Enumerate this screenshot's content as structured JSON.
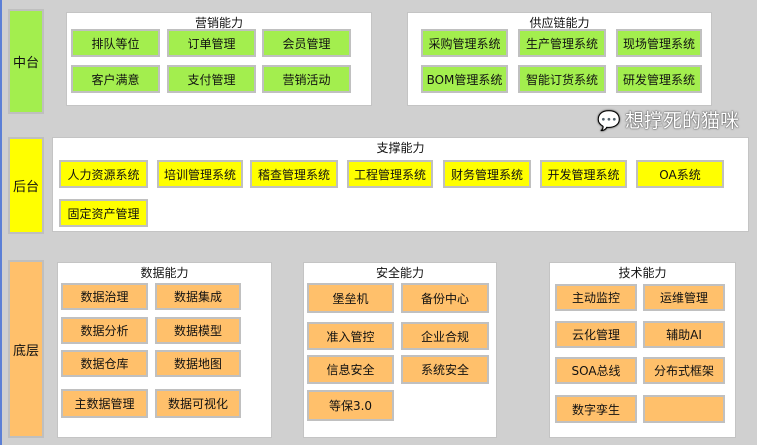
{
  "layers": {
    "middle": "中台",
    "back": "后台",
    "bottom": "底层"
  },
  "colors": {
    "middle": "#a3ee4e",
    "back": "#ffff00",
    "bottom": "#ffc06b"
  },
  "marketing": {
    "title": "营销能力",
    "items": [
      "排队等位",
      "订单管理",
      "会员管理",
      "客户满意",
      "支付管理",
      "营销活动"
    ]
  },
  "supply": {
    "title": "供应链能力",
    "items": [
      "采购管理系统",
      "生产管理系统",
      "现场管理系统",
      "BOM管理系统",
      "智能订货系统",
      "研发管理系统"
    ]
  },
  "support": {
    "title": "支撑能力",
    "items": [
      "人力资源系统",
      "培训管理系统",
      "稽查管理系统",
      "工程管理系统",
      "财务管理系统",
      "开发管理系统",
      "OA系统",
      "固定资产管理"
    ]
  },
  "data": {
    "title": "数据能力",
    "items": [
      "数据治理",
      "数据集成",
      "数据分析",
      "数据模型",
      "数据仓库",
      "数据地图",
      "主数据管理",
      "数据可视化"
    ]
  },
  "security": {
    "title": "安全能力",
    "items": [
      "堡垒机",
      "备份中心",
      "准入管控",
      "企业合规",
      "信息安全",
      "系统安全",
      "等保3.0"
    ]
  },
  "tech": {
    "title": "技术能力",
    "items": [
      "主动监控",
      "运维管理",
      "云化管理",
      "辅助AI",
      "SOA总线",
      "分布式框架",
      "数字孪生",
      ""
    ]
  },
  "watermark": "想撑死的猫咪"
}
